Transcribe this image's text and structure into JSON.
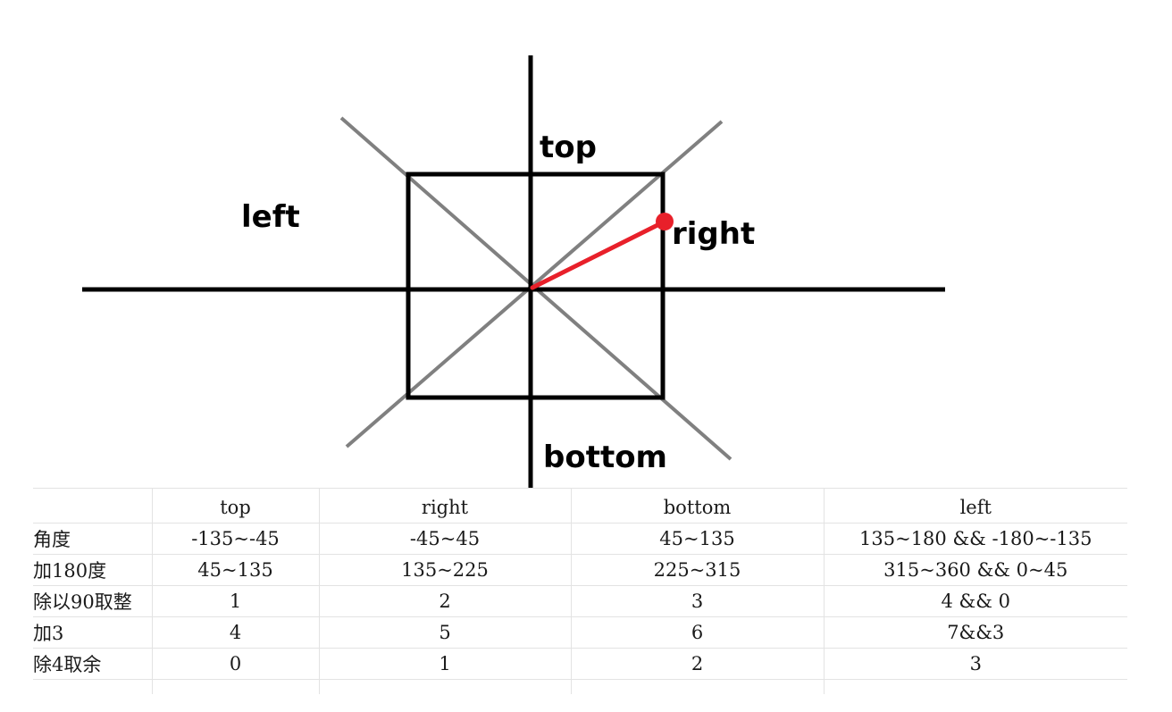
{
  "diagram": {
    "labels": {
      "top": "top",
      "right": "right",
      "bottom": "bottom",
      "left": "left"
    },
    "colors": {
      "axis": "#000000",
      "diagonal": "#808080",
      "vector": "#e8202a",
      "square": "#000000"
    }
  },
  "table": {
    "headers": [
      "",
      "top",
      "right",
      "bottom",
      "left"
    ],
    "rows": [
      [
        "角度",
        "-135~-45",
        "-45~45",
        "45~135",
        "135~180 && -180~-135"
      ],
      [
        "加180度",
        "45~135",
        "135~225",
        "225~315",
        "315~360 && 0~45"
      ],
      [
        "除以90取整",
        "1",
        "2",
        "3",
        "4 && 0"
      ],
      [
        "加3",
        "4",
        "5",
        "6",
        "7&&3"
      ],
      [
        "除4取余",
        "0",
        "1",
        "2",
        "3"
      ]
    ]
  }
}
